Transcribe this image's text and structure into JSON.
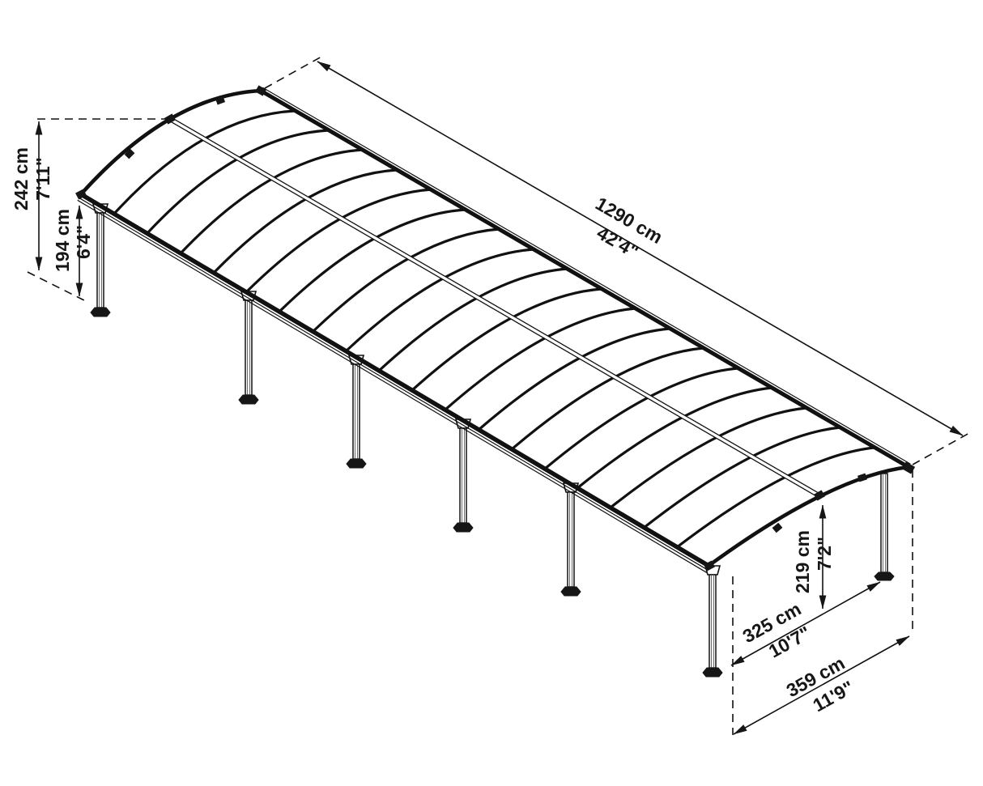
{
  "diagram": {
    "subject": "arched-carport-dimension-drawing",
    "background_color": "#ffffff",
    "line_color": "#161616",
    "dimensions": {
      "peak_height": {
        "metric": "242 cm",
        "imperial": "7'11\""
      },
      "eave_height": {
        "metric": "194 cm",
        "imperial": "6'4\""
      },
      "length": {
        "metric": "1290 cm",
        "imperial": "42'4\""
      },
      "front_clearance": {
        "metric": "219 cm",
        "imperial": "7'2\""
      },
      "inner_width": {
        "metric": "325 cm",
        "imperial": "10'7\""
      },
      "total_width": {
        "metric": "359 cm",
        "imperial": "11'9\""
      }
    }
  }
}
